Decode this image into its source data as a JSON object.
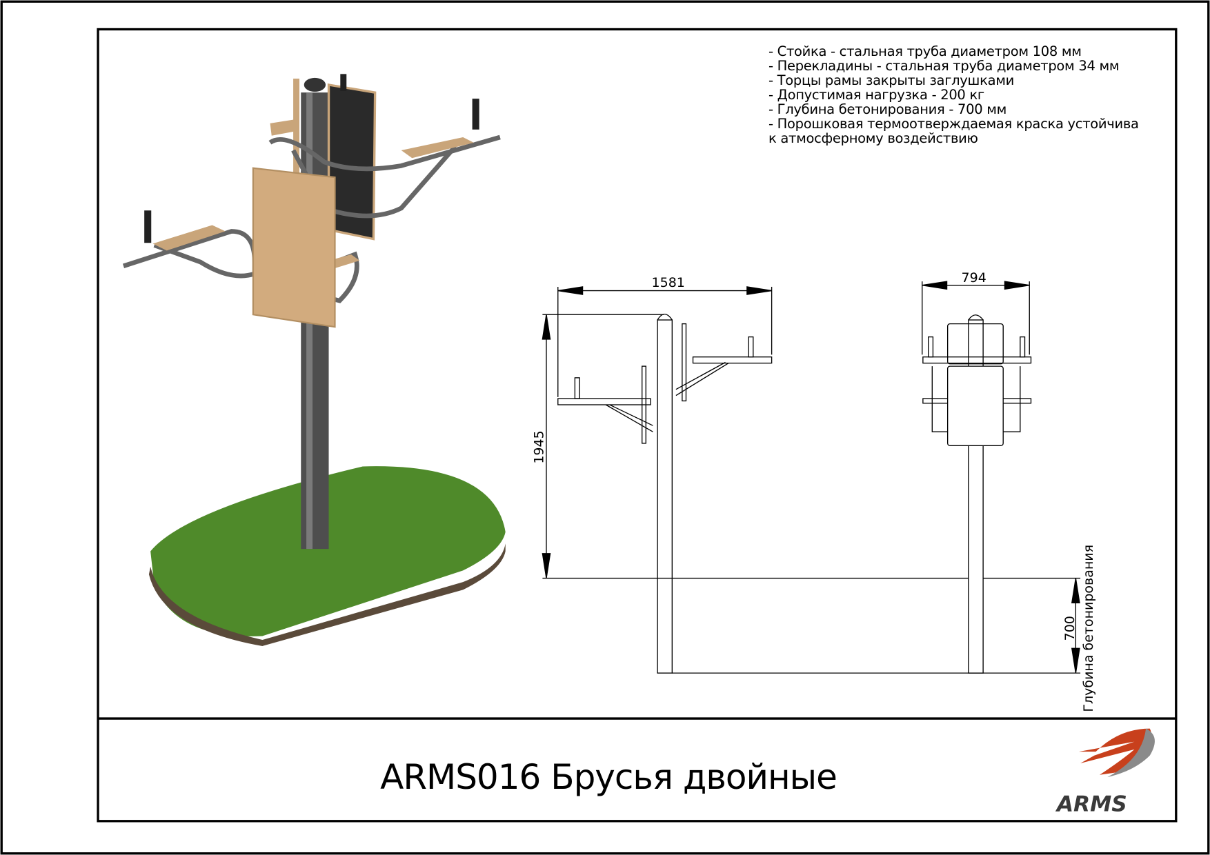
{
  "specs": [
    "- Стойка - стальная труба диаметром 108 мм",
    "- Перекладины - стальная труба диаметром 34 мм",
    "- Торцы рамы закрыты заглушками",
    "- Допустимая нагрузка - 200 кг",
    "- Глубина бетонирования - 700 мм",
    "- Порошковая термоотверждаемая краска устойчива",
    "к атмосферному воздействию"
  ],
  "dimensions": {
    "width_side": "1581",
    "height": "1945",
    "width_front": "794",
    "depth": "700",
    "depth_label": "Глубина бетонирования"
  },
  "title": "ARMS016 Брусья двойные",
  "logo": {
    "text": "ARMS",
    "colors": {
      "red": "#c8401c",
      "grey": "#8a8a8a",
      "dark": "#3a3a3a"
    }
  }
}
